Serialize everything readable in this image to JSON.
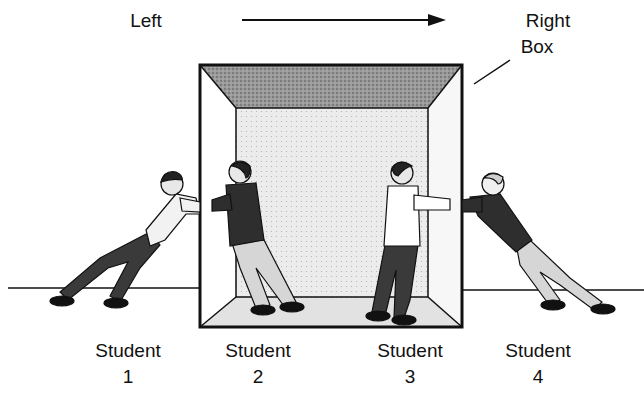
{
  "diagram": {
    "labels": [
      "Left",
      "Right",
      "Box",
      "Student 1",
      "Student 2",
      "Student 3",
      "Student 4"
    ]
  }
}
